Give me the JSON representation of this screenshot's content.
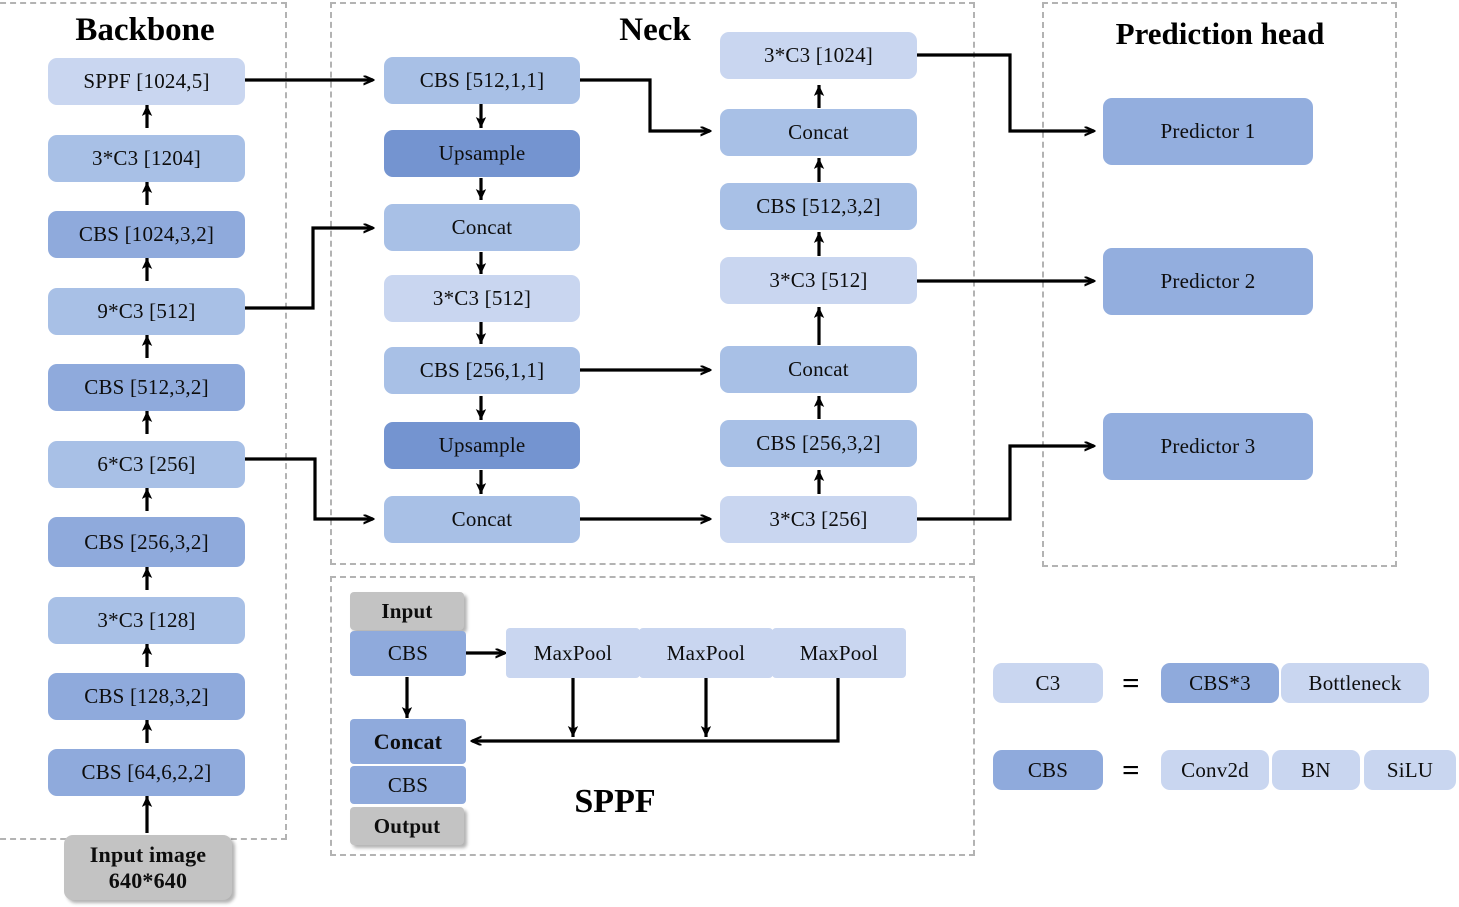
{
  "groups": {
    "backbone": {
      "title": "Backbone"
    },
    "neck": {
      "title": "Neck"
    },
    "head": {
      "title": "Prediction head"
    },
    "sppf": {
      "title": "SPPF"
    }
  },
  "backbone": {
    "nodes": [
      {
        "label": "SPPF [1024,5]",
        "shade": "light"
      },
      {
        "label": "3*C3 [1204]",
        "shade": "mid"
      },
      {
        "label": "CBS [1024,3,2]",
        "shade": "dark"
      },
      {
        "label": "9*C3 [512]",
        "shade": "mid"
      },
      {
        "label": "CBS [512,3,2]",
        "shade": "dark"
      },
      {
        "label": "6*C3 [256]",
        "shade": "mid"
      },
      {
        "label": "CBS [256,3,2]",
        "shade": "dark"
      },
      {
        "label": "3*C3 [128]",
        "shade": "mid"
      },
      {
        "label": "CBS [128,3,2]",
        "shade": "dark"
      },
      {
        "label": "CBS [64,6,2,2]",
        "shade": "dark"
      }
    ],
    "input_image": {
      "line1": "Input image",
      "line2": "640*640"
    }
  },
  "neck_left": {
    "nodes": [
      {
        "label": "CBS [512,1,1]",
        "shade": "mid"
      },
      {
        "label": "Upsample",
        "shade": "deep"
      },
      {
        "label": "Concat",
        "shade": "mid"
      },
      {
        "label": "3*C3 [512]",
        "shade": "light"
      },
      {
        "label": "CBS [256,1,1]",
        "shade": "mid"
      },
      {
        "label": "Upsample",
        "shade": "deep"
      },
      {
        "label": "Concat",
        "shade": "mid"
      }
    ]
  },
  "neck_right": {
    "nodes": [
      {
        "label": "3*C3 [1024]",
        "shade": "light"
      },
      {
        "label": "Concat",
        "shade": "mid"
      },
      {
        "label": "CBS [512,3,2]",
        "shade": "mid"
      },
      {
        "label": "3*C3 [512]",
        "shade": "light"
      },
      {
        "label": "Concat",
        "shade": "mid"
      },
      {
        "label": "CBS [256,3,2]",
        "shade": "mid"
      },
      {
        "label": "3*C3 [256]",
        "shade": "light"
      }
    ]
  },
  "head": {
    "predictors": [
      {
        "label": "Predictor 1"
      },
      {
        "label": "Predictor 2"
      },
      {
        "label": "Predictor 3"
      }
    ]
  },
  "sppf": {
    "input": "Input",
    "cbs_top": "CBS",
    "maxpools": [
      "MaxPool",
      "MaxPool",
      "MaxPool"
    ],
    "concat": "Concat",
    "cbs_bottom": "CBS",
    "output": "Output"
  },
  "legend": {
    "rows": [
      {
        "lhs": "C3",
        "eq": "=",
        "rhs": [
          "CBS*3",
          "Bottleneck"
        ]
      },
      {
        "lhs": "CBS",
        "eq": "=",
        "rhs": [
          "Conv2d",
          "BN",
          "SiLU"
        ]
      }
    ]
  },
  "colors": {
    "light": "#c9d6f0",
    "mid": "#a8c0e6",
    "dark": "#8faadc",
    "deep": "#7494d0",
    "predictor": "#93aede",
    "gray": "#c3c3c3",
    "frame_dash": "#b3b3b3",
    "wire": "#000000"
  }
}
